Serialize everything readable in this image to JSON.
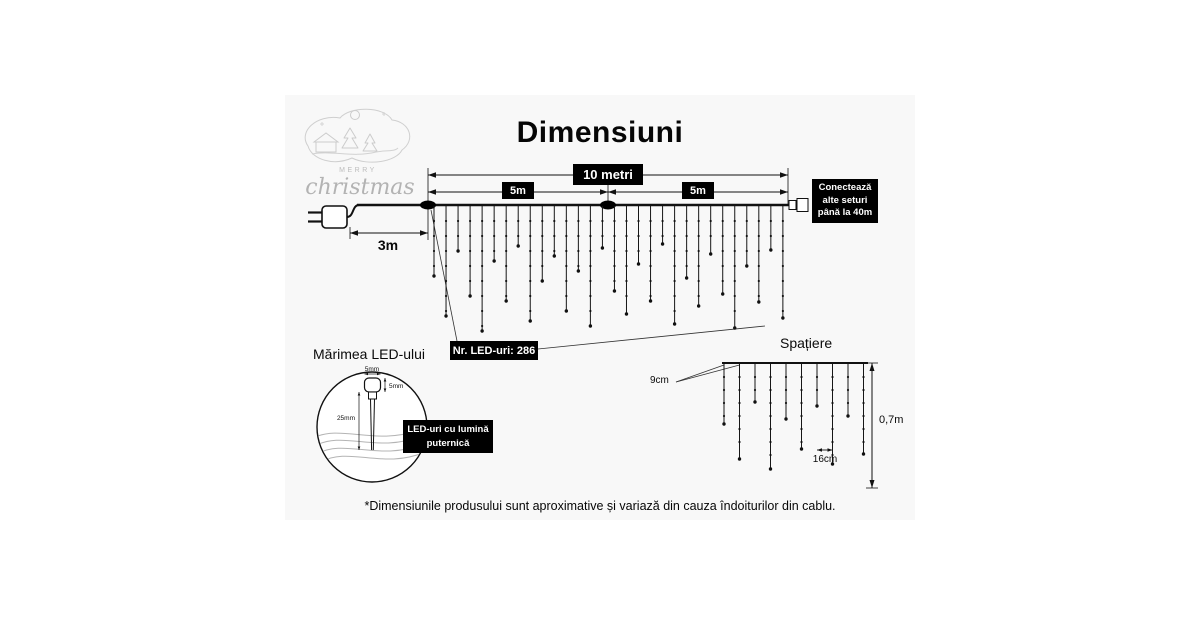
{
  "title": "Dimensiuni",
  "logo": {
    "greeting": "MERRY",
    "script": "christmas"
  },
  "curtain": {
    "total_length_label": "10 metri",
    "half_labels": [
      "5m",
      "5m"
    ],
    "lead_label": "3m",
    "connect_box_lines": [
      "Conectează",
      "alte seturi",
      "până la 40m"
    ],
    "led_count_label": "Nr. LED-uri: 286",
    "drop_lengths": [
      70,
      110,
      45,
      90,
      125,
      55,
      95,
      40,
      115,
      75,
      50,
      105,
      65,
      120,
      42,
      85,
      108,
      58,
      95,
      38,
      118,
      72,
      100,
      48,
      88,
      122,
      60,
      96,
      44,
      112
    ]
  },
  "led_size": {
    "section_title": "Mărimea LED-ului",
    "width_label": "5mm",
    "height_label": "5mm",
    "body_label": "25mm",
    "callout_lines": [
      "LED-uri cu lumină",
      "puternică"
    ]
  },
  "spacing": {
    "section_title": "Spațiere",
    "gap_label": "9cm",
    "between_label": "16cm",
    "height_label": "0,7m",
    "drop_lengths": [
      60,
      95,
      38,
      105,
      55,
      85,
      42,
      100,
      52,
      90
    ]
  },
  "footnote": "*Dimensiunile produsului sunt aproximative și variază din cauza îndoiturilor din cablu."
}
